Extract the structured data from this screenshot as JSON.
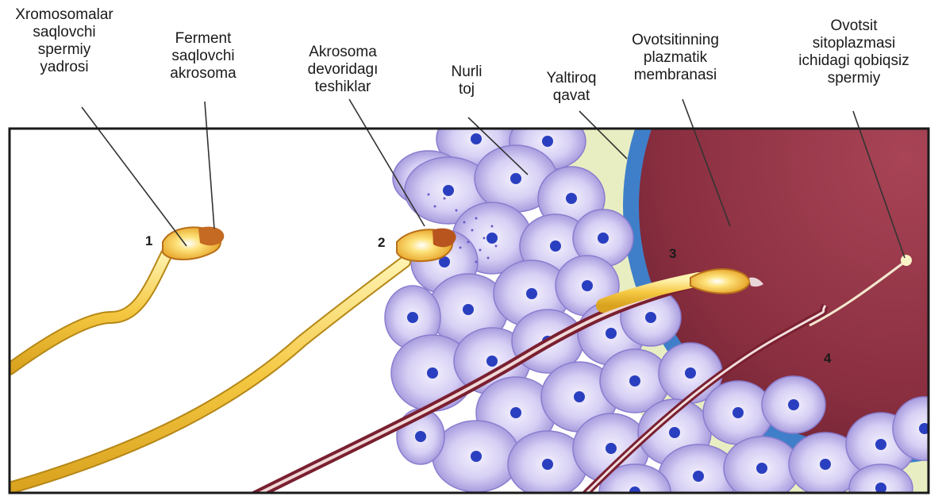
{
  "labels": [
    {
      "id": "nucleus",
      "lines": [
        "Xromosomalar",
        "saqlovchi",
        "spermiy",
        "yadrosi"
      ]
    },
    {
      "id": "acrosome",
      "lines": [
        "Ferment",
        "saqlovchi",
        "akrosoma"
      ]
    },
    {
      "id": "acrosome-pores",
      "lines": [
        "Akrosoma",
        "devoridagı",
        "teshiklar"
      ]
    },
    {
      "id": "corona",
      "lines": [
        "Nurli",
        "toj"
      ]
    },
    {
      "id": "zona",
      "lines": [
        "Yaltiroq",
        "qavat"
      ]
    },
    {
      "id": "membrane",
      "lines": [
        "Ovotsitinning",
        "plazmatik",
        "membranasi"
      ]
    },
    {
      "id": "cytoplasm",
      "lines": [
        "Ovotsit",
        "sitoplazmasi",
        "ichidagi qobiqsiz",
        "spermiy"
      ]
    }
  ],
  "stage_numbers": [
    "1",
    "2",
    "3",
    "4"
  ],
  "colors": {
    "egg": "#8f3445",
    "membrane": "#3f7fc9",
    "zona": "#e9eec2",
    "cell_fill": "#b8aee6",
    "cell_nucleus": "#2a3fc0",
    "sperm": "#f2c23a",
    "acrosome": "#c46a22"
  }
}
